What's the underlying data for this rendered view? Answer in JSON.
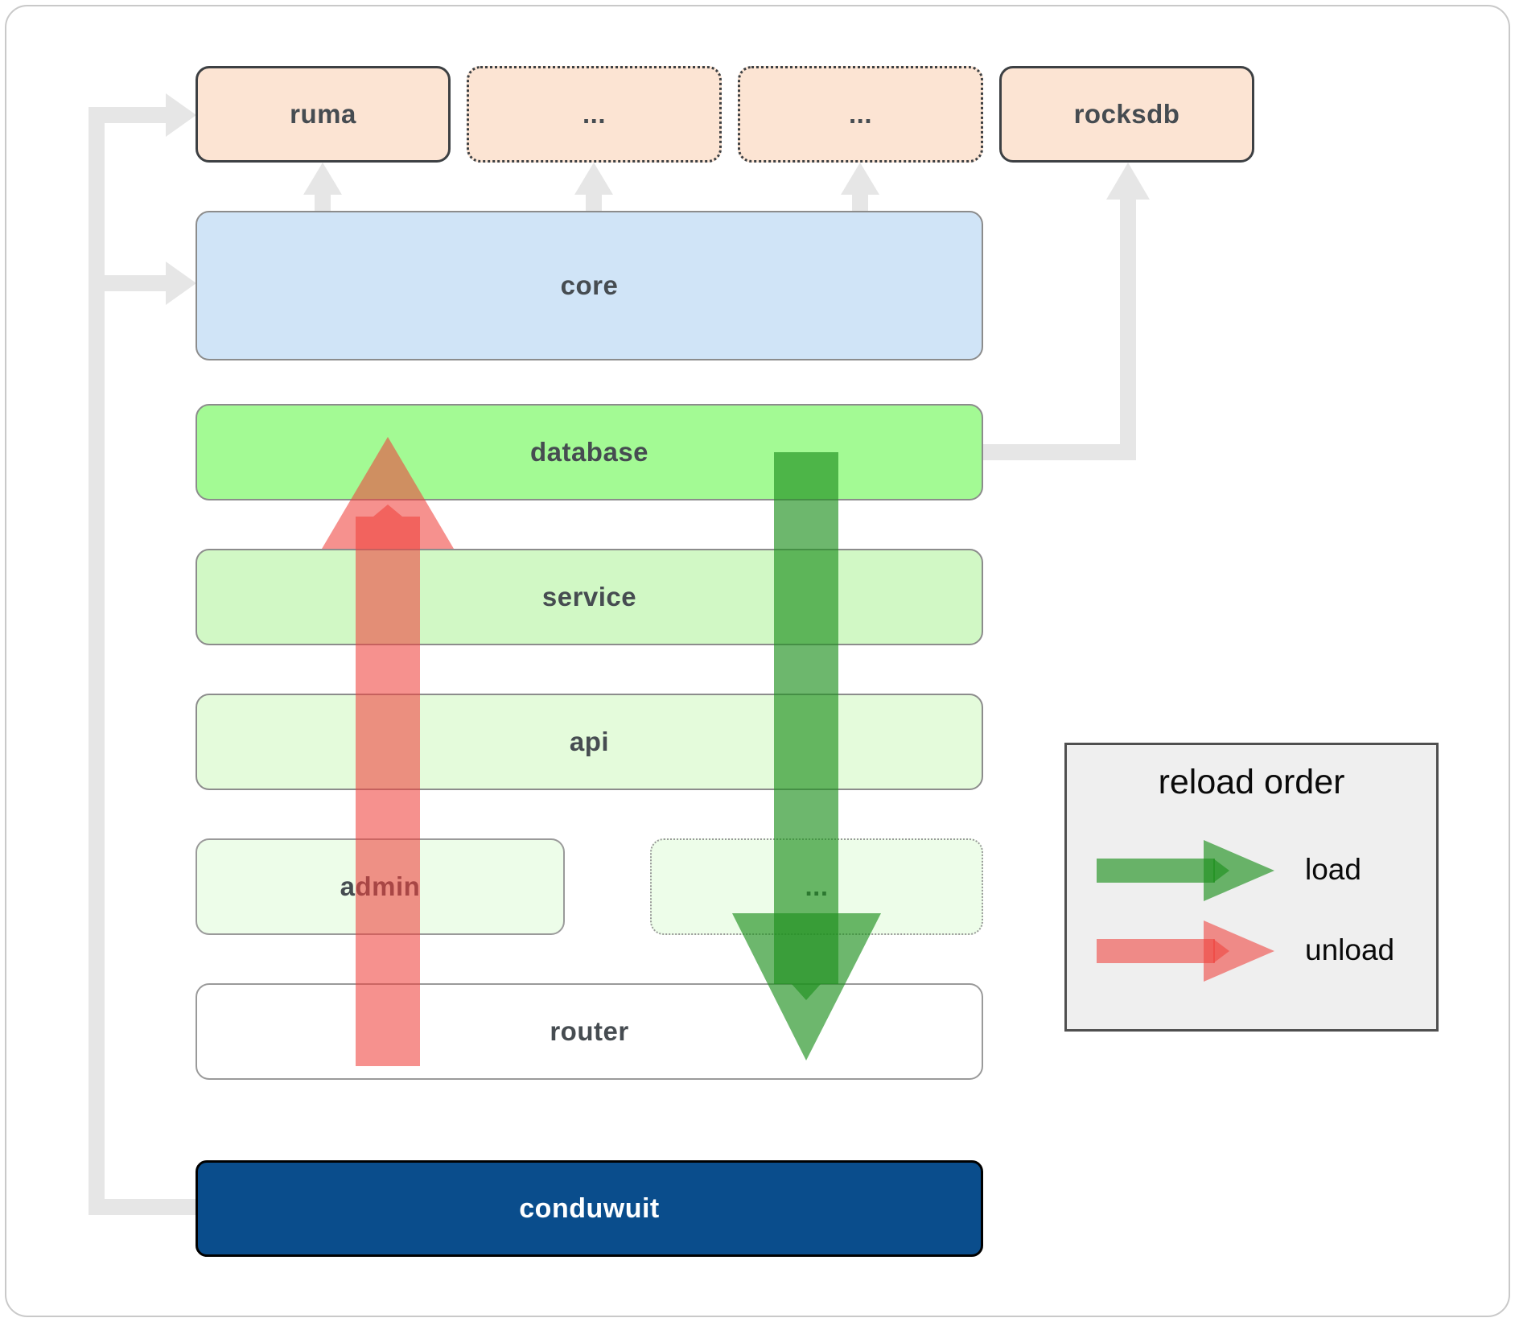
{
  "boxes": {
    "ruma": "ruma",
    "dots1": "...",
    "dots2": "...",
    "rocksdb": "rocksdb",
    "core": "core",
    "database": "database",
    "service": "service",
    "api": "api",
    "admin": "admin",
    "dots3": "...",
    "router": "router",
    "conduwuit": "conduwuit"
  },
  "legend": {
    "title": "reload order",
    "load_label": "load",
    "unload_label": "unload"
  },
  "colors": {
    "peach": "#fce4d3",
    "blue": "#d0e4f7",
    "green-bright": "#a3fa94",
    "green-mid": "#d1f8c5",
    "green-light": "#e4fbdb",
    "green-faint": "#edfde9",
    "navy": "#0a4d8c",
    "connector": "#e6e6e6",
    "legend-bg": "#efefef",
    "arrow-green": "rgba(30,145,30,0.65)",
    "arrow-red": "rgba(240,65,60,0.58)"
  }
}
